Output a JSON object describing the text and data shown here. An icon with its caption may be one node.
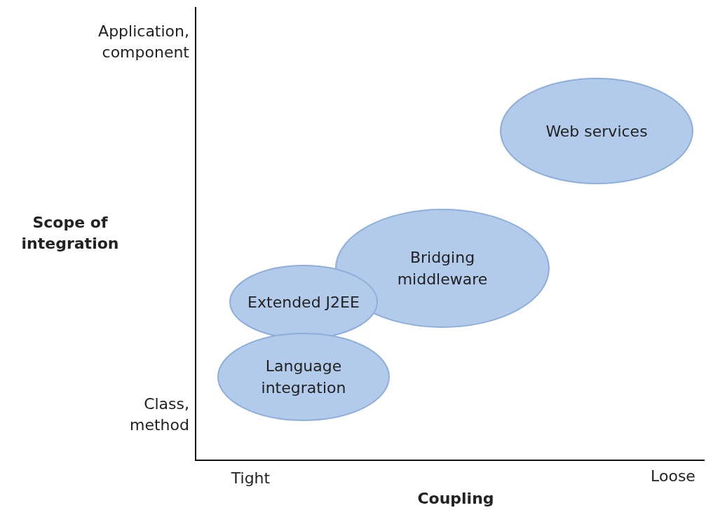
{
  "diagram": {
    "nodes": [
      {
        "text": [
          "Web services"
        ]
      },
      {
        "text": [
          "Bridging middleware"
        ]
      },
      {
        "text": [
          "Extended J2EE"
        ]
      },
      {
        "text": [
          "Language integration"
        ]
      }
    ],
    "labels": [
      "Application, component",
      "Scope of integration",
      "Class, method",
      "Tight",
      "Loose",
      "Coupling"
    ]
  }
}
